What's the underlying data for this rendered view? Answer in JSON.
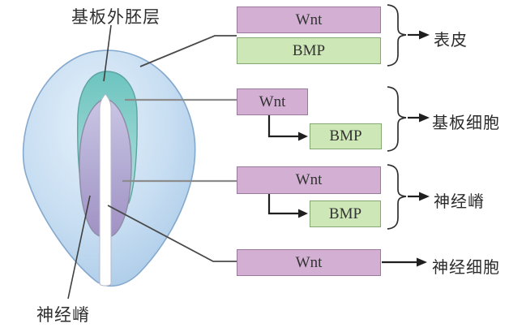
{
  "figure": {
    "left_labels": {
      "top": "基板外胚层",
      "bottom": "神经嵴"
    },
    "groups": [
      {
        "wnt": "Wnt",
        "bmp": "BMP",
        "target": "表皮"
      },
      {
        "wnt": "Wnt",
        "bmp": "BMP",
        "target": "基板细胞"
      },
      {
        "wnt": "Wnt",
        "bmp": "BMP",
        "target": "神经嵴"
      },
      {
        "wnt": "Wnt",
        "target": "神经细胞"
      }
    ],
    "colors": {
      "wnt_fill": "#d3b0d3",
      "wnt_border": "#9c7aa0",
      "bmp_fill": "#cde7b6",
      "bmp_border": "#84a874",
      "ectoderm_blue": "#bdd8f0",
      "placode_teal": "#7fcac6",
      "neural_plate_purple": "#b2aad2",
      "arrow_black": "#1f1f1f",
      "connector_gray": "#8c8c8c"
    }
  }
}
